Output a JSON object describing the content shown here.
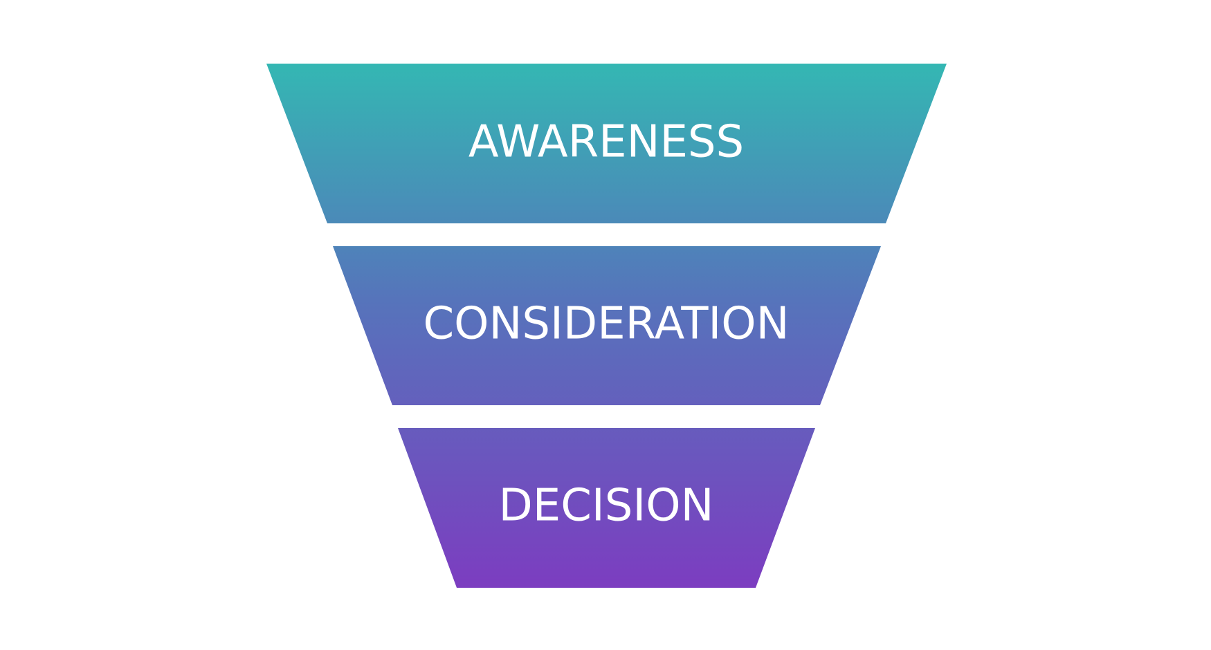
{
  "diagram": {
    "type": "funnel",
    "stages": [
      {
        "label": "AWARENESS"
      },
      {
        "label": "CONSIDERATION"
      },
      {
        "label": "DECISION"
      }
    ],
    "gradient": {
      "top_color": "#34B7B3",
      "middle_color": "#5674BB",
      "bottom_color": "#7C3DC0"
    },
    "text_color": "#FFFFFF",
    "background": "#FFFFFF"
  }
}
